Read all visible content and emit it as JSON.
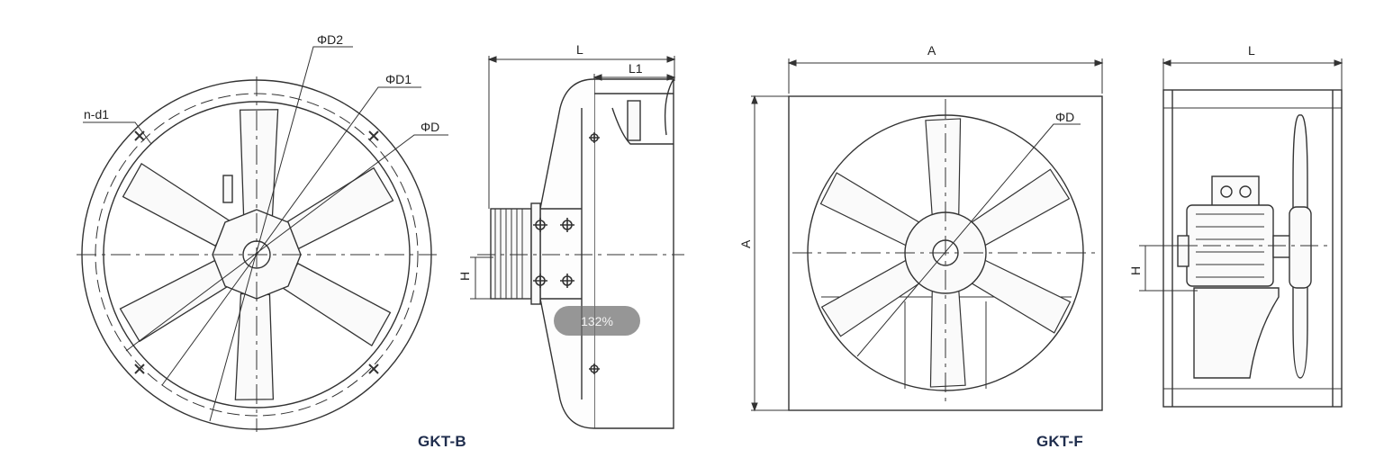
{
  "labels": {
    "phi_d2": "ΦD2",
    "phi_d1": "ΦD1",
    "phi_d": "ΦD",
    "n_d1": "n-d1",
    "L": "L",
    "L1": "L1",
    "H": "H",
    "A": "A"
  },
  "captions": {
    "left": "GKT-B",
    "right": "GKT-F"
  },
  "zoom": "132%"
}
